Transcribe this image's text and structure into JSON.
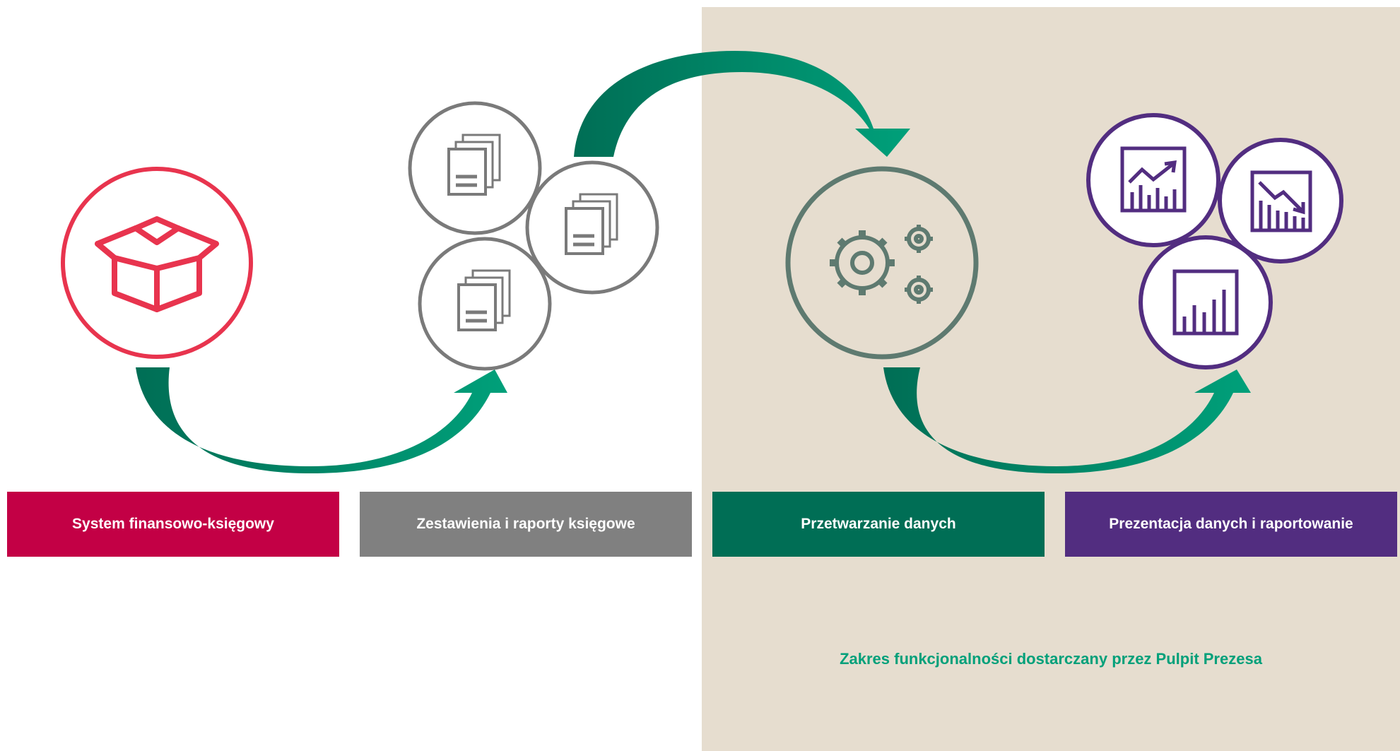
{
  "colors": {
    "red": "#C30045",
    "icon_red": "#E8344E",
    "gray": "#808080",
    "icon_gray": "#7A7A7A",
    "dark_green": "#006E55",
    "arrow_green": "#00A07A",
    "purple": "#522D80",
    "beige": "#E6DDCF"
  },
  "stages": [
    {
      "label": "System finansowo-księgowy",
      "color": "#C30045",
      "icon": "box-icon"
    },
    {
      "label": "Zestawienia i raporty księgowe",
      "color": "#808080",
      "icon": "document-stack-icon"
    },
    {
      "label": "Przetwarzanie danych",
      "color": "#006E55",
      "icon": "gears-icon"
    },
    {
      "label": "Prezentacja danych i raportowanie",
      "color": "#522D80",
      "icon": "chart-icon"
    }
  ],
  "scope_caption": "Zakres funkcjonalności dostarczany przez Pulpit Prezesa"
}
